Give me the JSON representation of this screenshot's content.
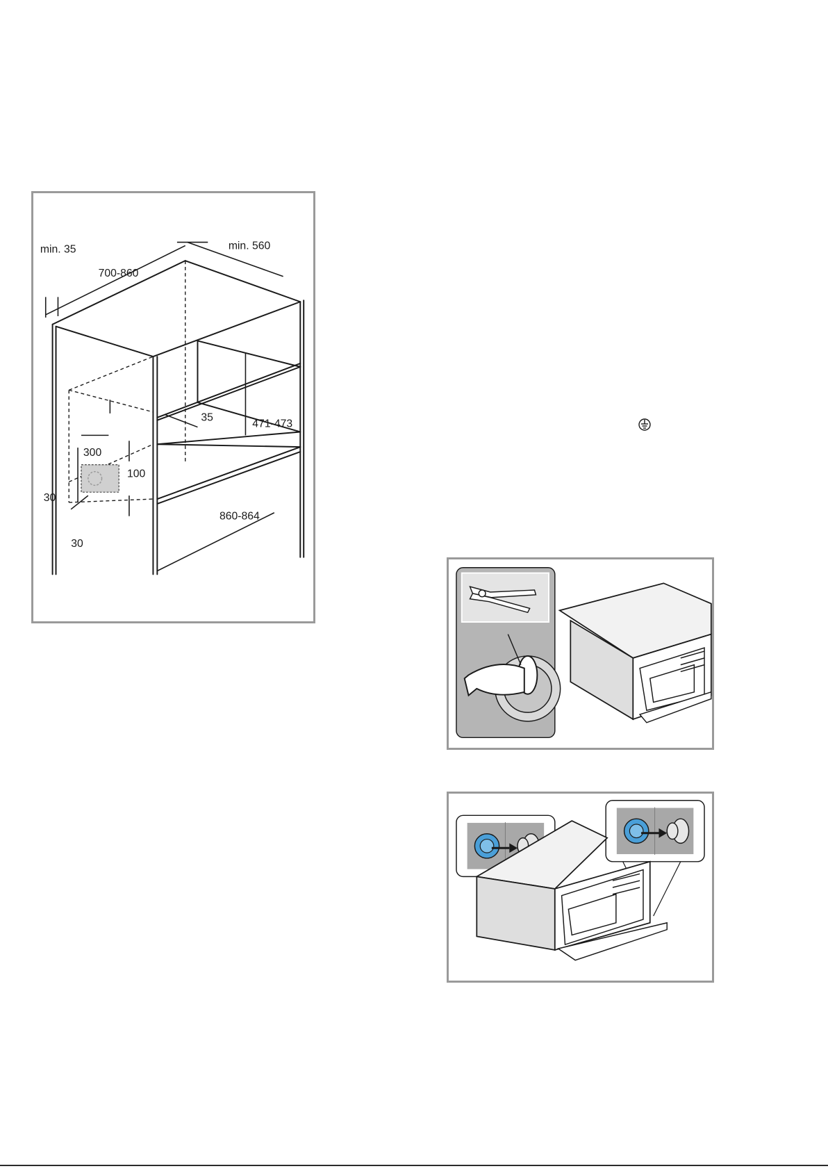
{
  "cabinet_figure": {
    "labels": {
      "min_side": "min. 35",
      "width_range": "700-860",
      "min_depth": "min. 560",
      "back_gap": "35",
      "niche_height": "471-473",
      "socket_width": "300",
      "socket_offset_top": "100",
      "socket_offset_left": "30",
      "socket_offset_bottom": "30",
      "niche_width": "860-864"
    }
  },
  "icons": {
    "earth_symbol": "earth-ground-icon",
    "pliers": "pliers-icon",
    "arrow": "arrow-right-icon"
  },
  "colors": {
    "frame": "#9a9a9a",
    "line": "#1a1a1a",
    "socket_fill": "#d0d0d0",
    "plug_blue": "#4a9fd8",
    "inset_grey": "#a8a8a8"
  }
}
